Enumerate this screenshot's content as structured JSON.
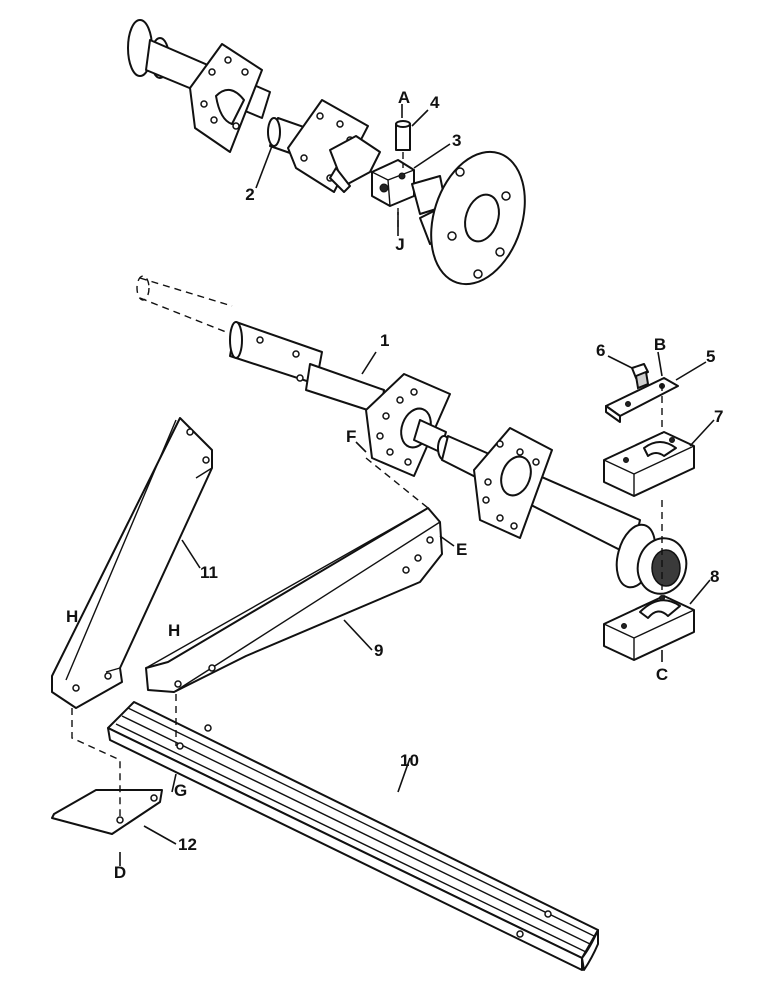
{
  "labels": {
    "n1": "1",
    "n2": "2",
    "n3": "3",
    "n4": "4",
    "n5": "5",
    "n6": "6",
    "n7": "7",
    "n8": "8",
    "n9": "9",
    "n10": "10",
    "n11": "11",
    "n12": "12",
    "A": "A",
    "B": "B",
    "C": "C",
    "D": "D",
    "E": "E",
    "F": "F",
    "G": "G",
    "H1": "H",
    "H2": "H",
    "J": "J"
  }
}
